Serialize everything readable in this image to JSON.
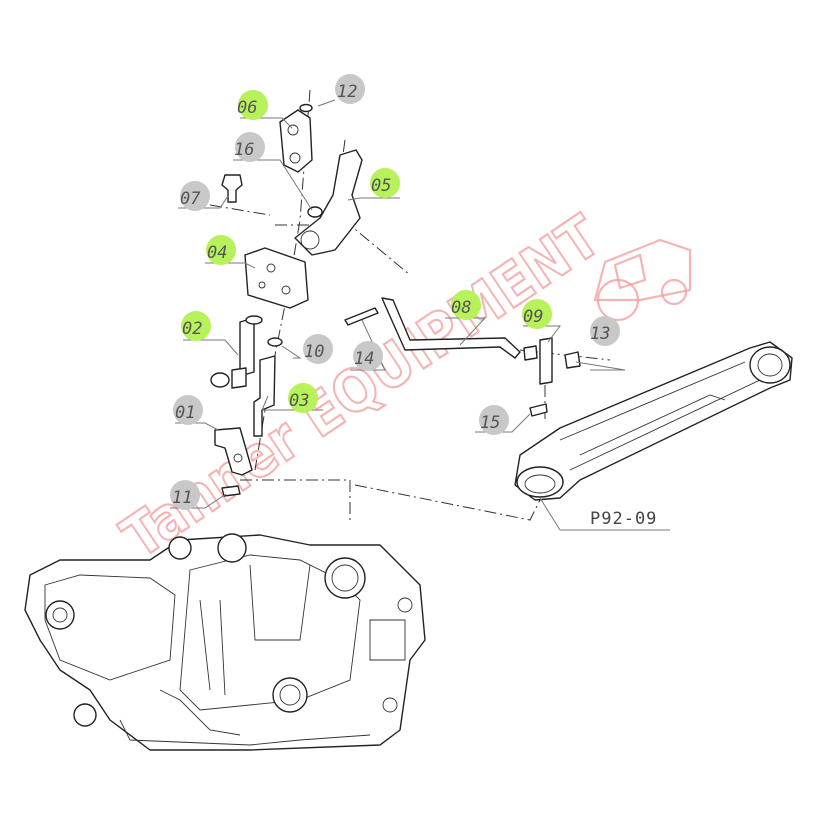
{
  "diagram": {
    "reference": "P92-09",
    "watermark": "Tanner EQUIPMENT",
    "highlight_color": "#b8f25a",
    "neutral_color": "#c8c8c8",
    "callouts": [
      {
        "id": "c01",
        "label": "01",
        "highlight": false
      },
      {
        "id": "c02",
        "label": "02",
        "highlight": true
      },
      {
        "id": "c03",
        "label": "03",
        "highlight": true
      },
      {
        "id": "c04",
        "label": "04",
        "highlight": true
      },
      {
        "id": "c05",
        "label": "05",
        "highlight": true
      },
      {
        "id": "c06",
        "label": "06",
        "highlight": true
      },
      {
        "id": "c07",
        "label": "07",
        "highlight": false
      },
      {
        "id": "c08",
        "label": "08",
        "highlight": true
      },
      {
        "id": "c09",
        "label": "09",
        "highlight": true
      },
      {
        "id": "c10",
        "label": "10",
        "highlight": false
      },
      {
        "id": "c11",
        "label": "11",
        "highlight": false
      },
      {
        "id": "c12",
        "label": "12",
        "highlight": false
      },
      {
        "id": "c13",
        "label": "13",
        "highlight": false
      },
      {
        "id": "c14",
        "label": "14",
        "highlight": false
      },
      {
        "id": "c15",
        "label": "15",
        "highlight": false
      },
      {
        "id": "c16",
        "label": "16",
        "highlight": false
      }
    ]
  }
}
